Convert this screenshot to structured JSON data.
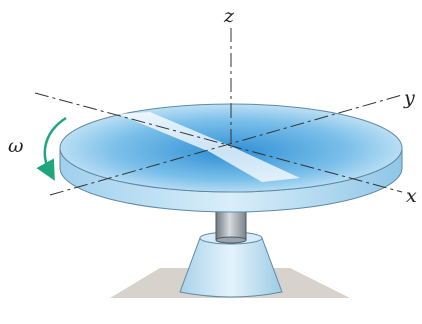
{
  "labels": {
    "z_axis": "z",
    "y_axis": "y",
    "x_axis": "x",
    "angular_velocity": "ω"
  },
  "colors": {
    "disk_top_light": "#e6f3fb",
    "disk_top_dark": "#3e9ddc",
    "disk_rim": "#b5dcf2",
    "shaft": "#9aa3ab",
    "base": "#c7e4f3",
    "shadow": "#d9d3cd",
    "arrow": "#1fa67e",
    "axis_line": "#333333"
  }
}
